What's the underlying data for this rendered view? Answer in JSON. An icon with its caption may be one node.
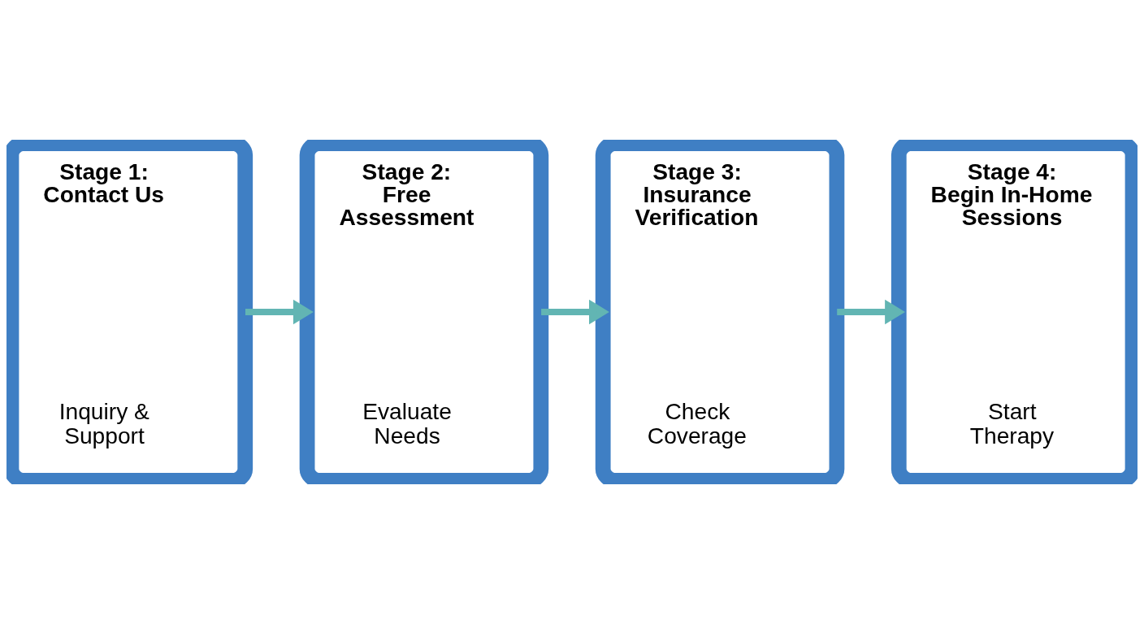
{
  "diagram": {
    "nodes": [
      {
        "text": [
          "Stage 1: Contact Us",
          "Inquiry & Support"
        ]
      },
      {
        "text": [
          "Stage 2: Free Assessment",
          "Evaluate Needs"
        ]
      },
      {
        "text": [
          "Stage 3: Insurance Verification",
          "Check Coverage"
        ]
      },
      {
        "text": [
          "Stage 4: Begin In-Home Sessions",
          "Start Therapy"
        ]
      }
    ],
    "edges": [
      {
        "from": 0,
        "to": 1,
        "arrow": "to"
      },
      {
        "from": 1,
        "to": 2,
        "arrow": "to"
      },
      {
        "from": 2,
        "to": 3,
        "arrow": "to"
      }
    ]
  }
}
